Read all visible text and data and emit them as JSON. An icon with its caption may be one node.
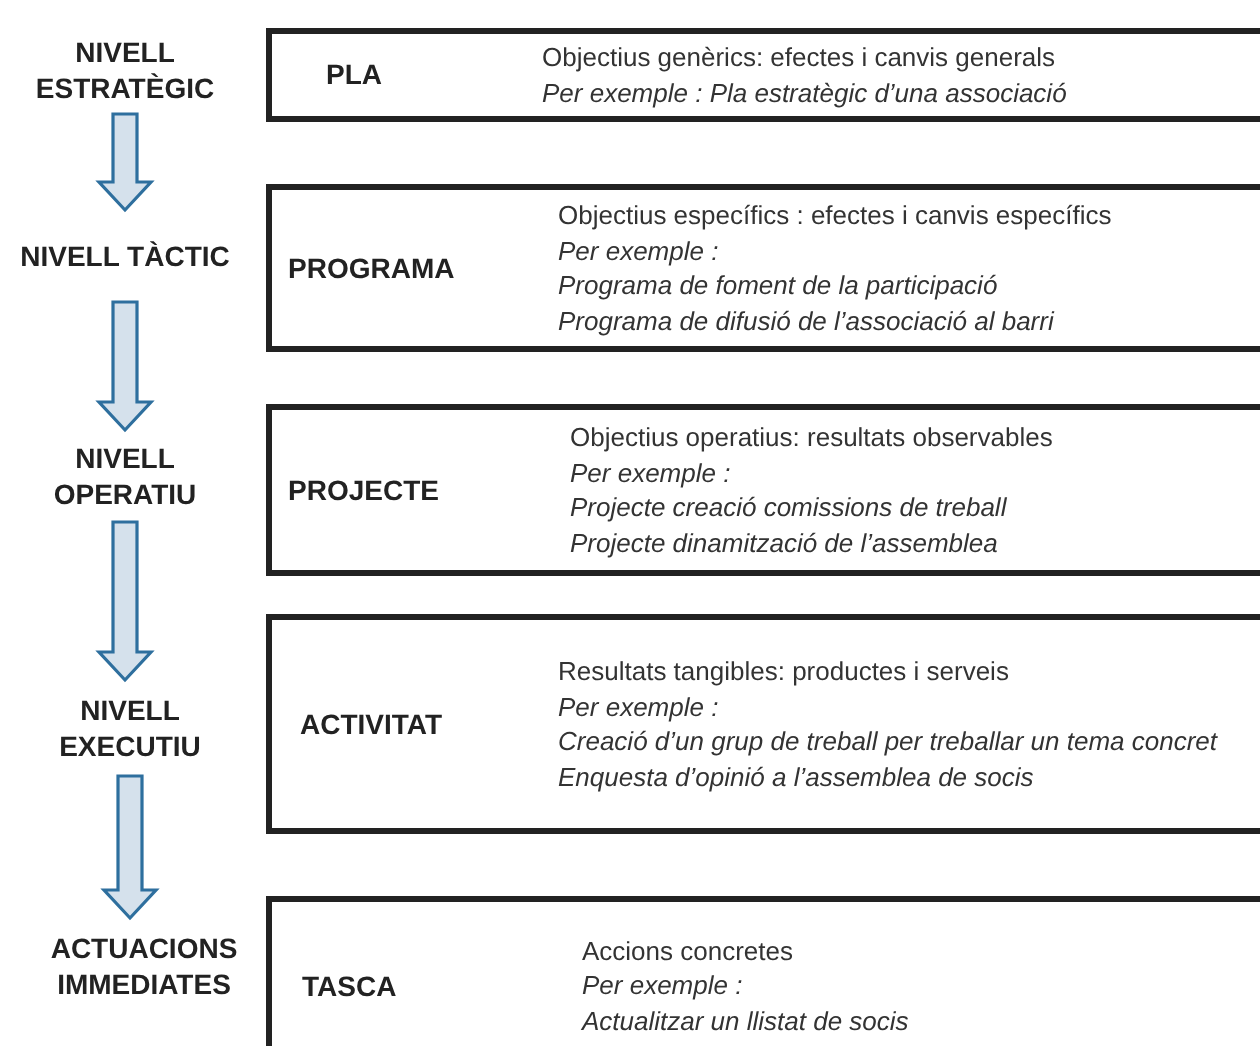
{
  "diagram": {
    "nodes": [
      {
        "text": [
          "NIVELL ESTRATÈGIC"
        ]
      },
      {
        "text": [
          "NIVELL TÀCTIC"
        ]
      },
      {
        "text": [
          "NIVELL OPERATIU"
        ]
      },
      {
        "text": [
          "NIVELL EXECUTIU"
        ]
      },
      {
        "text": [
          "ACTUACIONS IMMEDIATES"
        ]
      },
      {
        "text": [
          "PLA",
          "Objectius genèrics: efectes i canvis generals",
          "Per exemple : Pla estratègic d’una associació"
        ]
      },
      {
        "text": [
          "PROGRAMA",
          "Objectius específics : efectes i canvis específics",
          "Per exemple :",
          "Programa de foment de la participació",
          "Programa de difusió de l’associació al barri"
        ]
      },
      {
        "text": [
          "PROJECTE",
          "Objectius operatius: resultats observables",
          "Per exemple :",
          "Projecte creació comissions de treball",
          "Projecte dinamització de l’assemblea"
        ]
      },
      {
        "text": [
          "ACTIVITAT",
          "Resultats tangibles: productes i serveis",
          "Per exemple :",
          "Creació d’un grup de treball per treballar un tema concret",
          "Enquesta d’opinió a l’assemblea de socis"
        ]
      },
      {
        "text": [
          "TASCA",
          "Accions concretes",
          "Per exemple :",
          "Actualitzar un llistat de socis"
        ]
      }
    ],
    "edges": [
      {
        "from": 0,
        "to": 1,
        "arrow": "to"
      },
      {
        "from": 1,
        "to": 2,
        "arrow": "to"
      },
      {
        "from": 2,
        "to": 3,
        "arrow": "to"
      },
      {
        "from": 3,
        "to": 4,
        "arrow": "to"
      }
    ]
  }
}
